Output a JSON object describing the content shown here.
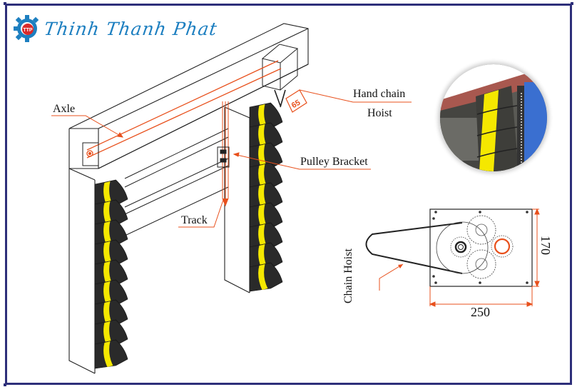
{
  "brand": {
    "logo_badge": "TTP",
    "name": "Thinh Thanh Phat",
    "brand_color": "#1d7fc0",
    "border_color": "#2e2f7a"
  },
  "labels": {
    "axle": "Axle",
    "hand_chain_hoist_line1": "Hand chain",
    "hand_chain_hoist_line2": "Hoist",
    "pulley_bracket": "Pulley Bracket",
    "track": "Track",
    "chain_hoist": "Chain Hoist",
    "dimension_tag": "65"
  },
  "hoist_box": {
    "width_label": "250",
    "height_label": "170"
  },
  "colors": {
    "slat_black": "#2a2a2a",
    "stripe_yellow": "#f5e800",
    "accent_orange": "#e8501c",
    "line": "#222222"
  }
}
